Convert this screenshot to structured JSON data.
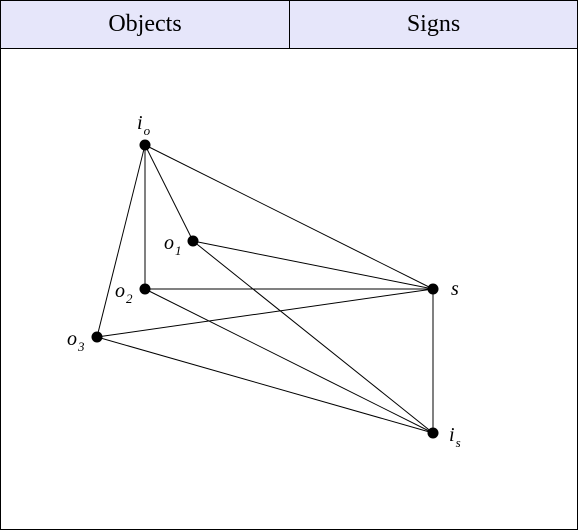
{
  "header": {
    "left_label": "Objects",
    "right_label": "Signs",
    "background": "#e6e6fa"
  },
  "diagram": {
    "nodes": [
      {
        "id": "io",
        "base": "i",
        "sub": "o"
      },
      {
        "id": "o1",
        "base": "o",
        "sub": "1"
      },
      {
        "id": "o2",
        "base": "o",
        "sub": "2"
      },
      {
        "id": "o3",
        "base": "o",
        "sub": "3"
      },
      {
        "id": "s",
        "base": "s",
        "sub": ""
      },
      {
        "id": "is",
        "base": "i",
        "sub": "s"
      }
    ],
    "edges": [
      [
        "io",
        "o1"
      ],
      [
        "io",
        "o2"
      ],
      [
        "io",
        "o3"
      ],
      [
        "io",
        "s"
      ],
      [
        "o1",
        "s"
      ],
      [
        "o1",
        "is"
      ],
      [
        "o2",
        "s"
      ],
      [
        "o2",
        "is"
      ],
      [
        "o3",
        "s"
      ],
      [
        "o3",
        "is"
      ],
      [
        "s",
        "is"
      ]
    ],
    "node_color": "#000000",
    "edge_color": "#000000"
  }
}
